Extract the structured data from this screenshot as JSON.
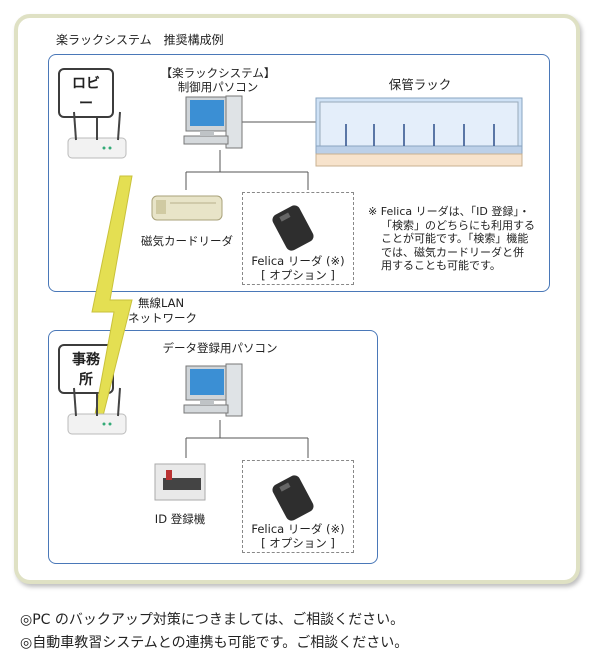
{
  "title": "楽ラックシステム　推奨構成例",
  "lobby": {
    "label": "ロビー",
    "pc_label_1": "【楽ラックシステム】",
    "pc_label_2": "制御用パソコン",
    "rack_label": "保管ラック",
    "mag_reader_label": "磁気カードリーダ",
    "felica_label_1": "Felica リーダ (※)",
    "felica_label_2": "[ オプション ]",
    "note": [
      "※ Felica リーダは、「ID 登録」・",
      "「検索」のどちらにも利用する",
      "ことが可能です。「検索」機能",
      "では、磁気カードリーダと併",
      "用することも可能です。"
    ]
  },
  "network": {
    "line1": "無線LAN",
    "line2": "ネットワーク"
  },
  "office": {
    "label": "事務所",
    "pc_label": "データ登録用パソコン",
    "id_device_label": "ID 登録機",
    "felica_label_1": "Felica リーダ (※)",
    "felica_label_2": "[ オプション ]"
  },
  "footer": [
    "◎PC のバックアップ対策につきましては、ご相談ください。",
    "◎自動車教習システムとの連携も可能です。ご相談ください。"
  ],
  "colors": {
    "zone_border": "#4a78b8",
    "frame_border": "#dfe1c4",
    "rack_fill": "#cfe2f6",
    "rack_base": "#f7e3cc",
    "lightning": "#e4df52"
  }
}
